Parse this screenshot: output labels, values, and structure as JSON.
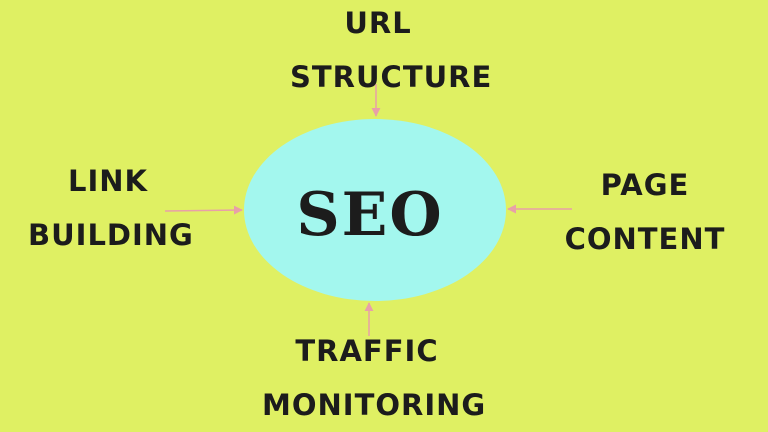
{
  "background_color": "#dff063",
  "center": {
    "label": "SEO",
    "fill_color": "#a3f7ee"
  },
  "arrow_color": "#e8a0a8",
  "nodes": {
    "top": {
      "line1": "URL",
      "line2": "STRUCTURE"
    },
    "left": {
      "line1": "LINK",
      "line2": "BUILDING"
    },
    "right": {
      "line1": "PAGE",
      "line2": "CONTENT"
    },
    "bottom": {
      "line1": "TRAFFIC",
      "line2": "MONITORING"
    }
  }
}
